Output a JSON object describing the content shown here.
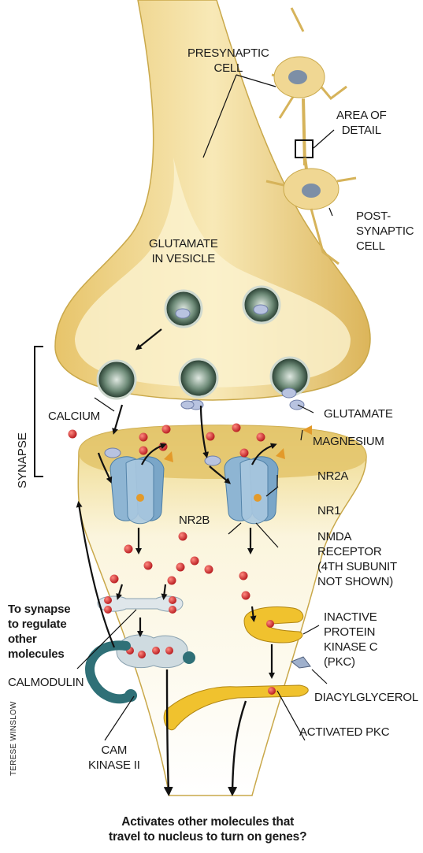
{
  "labels": {
    "presynaptic_cell": "PRESYNAPTIC\nCELL",
    "area_of_detail": "AREA OF\nDETAIL",
    "postsynaptic_cell": "POST-\nSYNAPTIC\nCELL",
    "glutamate_in_vesicle": "GLUTAMATE\nIN VESICLE",
    "synapse": "SYNAPSE",
    "calcium": "CALCIUM",
    "glutamate": "GLUTAMATE",
    "magnesium": "MAGNESIUM",
    "nr2a": "NR2A",
    "nr1": "NR1",
    "nr2b": "NR2B",
    "nmda_receptor": "NMDA\nRECEPTOR\n(4TH SUBUNIT\nNOT SHOWN)",
    "to_synapse": "To synapse\nto regulate\nother\nmolecules",
    "inactive_pkc": "INACTIVE\nPROTEIN\nKINASE C\n(PKC)",
    "calmodulin": "CALMODULIN",
    "diacylglycerol": "DIACYLGLYCEROL",
    "activated_pkc": "ACTIVATED PKC",
    "cam_kinase": "CAM\nKINASE II",
    "bottom_caption": "Activates other molecules that\ntravel to nucleus to turn on genes?",
    "credit": "TERESE WINSLOW"
  },
  "colors": {
    "membrane_gold": "#e9d18a",
    "membrane_dark": "#c9a84a",
    "cytoplasm": "#fbf5dd",
    "vesicle": "#2f4a3a",
    "calcium_red": "#d22a25",
    "receptor_blue": "#7aa6c8",
    "pkc_yellow": "#f0c22e",
    "camk_teal": "#2f7077",
    "magnesium_orange": "#e39a2a"
  }
}
